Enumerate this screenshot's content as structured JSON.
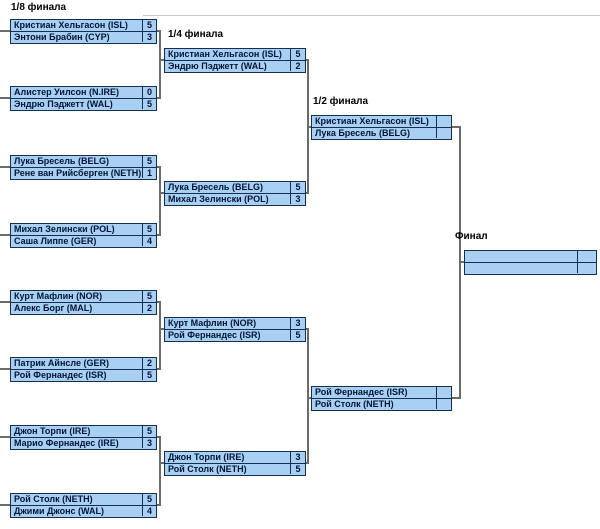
{
  "colors": {
    "box_fill": "#a9d0f3",
    "box_border": "#15304e",
    "text": "#001433",
    "connector": "#6b6b6b",
    "top_rule": "#c6c6c6",
    "background": "#ffffff"
  },
  "bracket": {
    "r16": {
      "label": "1/8 финала",
      "matches": [
        {
          "p1": {
            "name": "Кристиан Хельгасон (ISL)",
            "score": "5"
          },
          "p2": {
            "name": "Энтони Брабин (CYP)",
            "score": "3"
          }
        },
        {
          "p1": {
            "name": "Алистер Уилсон (N.IRE)",
            "score": "0"
          },
          "p2": {
            "name": "Эндрю Пэджетт (WAL)",
            "score": "5"
          }
        },
        {
          "p1": {
            "name": "Лука Бресель (BELG)",
            "score": "5"
          },
          "p2": {
            "name": "Рене ван Рийсберген (NETH)",
            "score": "1"
          }
        },
        {
          "p1": {
            "name": "Михал Зелински (POL)",
            "score": "5"
          },
          "p2": {
            "name": "Саша Липпе (GER)",
            "score": "4"
          }
        },
        {
          "p1": {
            "name": "Курт Мафлин (NOR)",
            "score": "5"
          },
          "p2": {
            "name": "Алекс Борг (MAL)",
            "score": "2"
          }
        },
        {
          "p1": {
            "name": "Патрик Айнсле (GER)",
            "score": "2"
          },
          "p2": {
            "name": "Рой Фернандес (ISR)",
            "score": "5"
          }
        },
        {
          "p1": {
            "name": "Джон Торпи (IRE)",
            "score": "5"
          },
          "p2": {
            "name": "Марио Фернандес (IRE)",
            "score": "3"
          }
        },
        {
          "p1": {
            "name": "Рой Столк (NETH)",
            "score": "5"
          },
          "p2": {
            "name": "Джими Джонс (WAL)",
            "score": "4"
          }
        }
      ]
    },
    "qf": {
      "label": "1/4 финала",
      "matches": [
        {
          "p1": {
            "name": "Кристиан Хельгасон (ISL)",
            "score": "5"
          },
          "p2": {
            "name": "Эндрю Пэджетт (WAL)",
            "score": "2"
          }
        },
        {
          "p1": {
            "name": "Лука Бресель (BELG)",
            "score": "5"
          },
          "p2": {
            "name": "Михал Зелински (POL)",
            "score": "3"
          }
        },
        {
          "p1": {
            "name": "Курт Мафлин (NOR)",
            "score": "3"
          },
          "p2": {
            "name": "Рой Фернандес (ISR)",
            "score": "5"
          }
        },
        {
          "p1": {
            "name": "Джон Торпи (IRE)",
            "score": "3"
          },
          "p2": {
            "name": "Рой Столк (NETH)",
            "score": "5"
          }
        }
      ]
    },
    "sf": {
      "label": "1/2 финала",
      "matches": [
        {
          "p1": {
            "name": "Кристиан Хельгасон (ISL)",
            "score": ""
          },
          "p2": {
            "name": "Лука Бресель (BELG)",
            "score": ""
          }
        },
        {
          "p1": {
            "name": "Рой Фернандес (ISR)",
            "score": ""
          },
          "p2": {
            "name": "Рой Столк (NETH)",
            "score": ""
          }
        }
      ]
    },
    "final": {
      "label": "Финал",
      "matches": [
        {
          "p1": {
            "name": "",
            "score": ""
          },
          "p2": {
            "name": "",
            "score": ""
          }
        }
      ]
    }
  }
}
